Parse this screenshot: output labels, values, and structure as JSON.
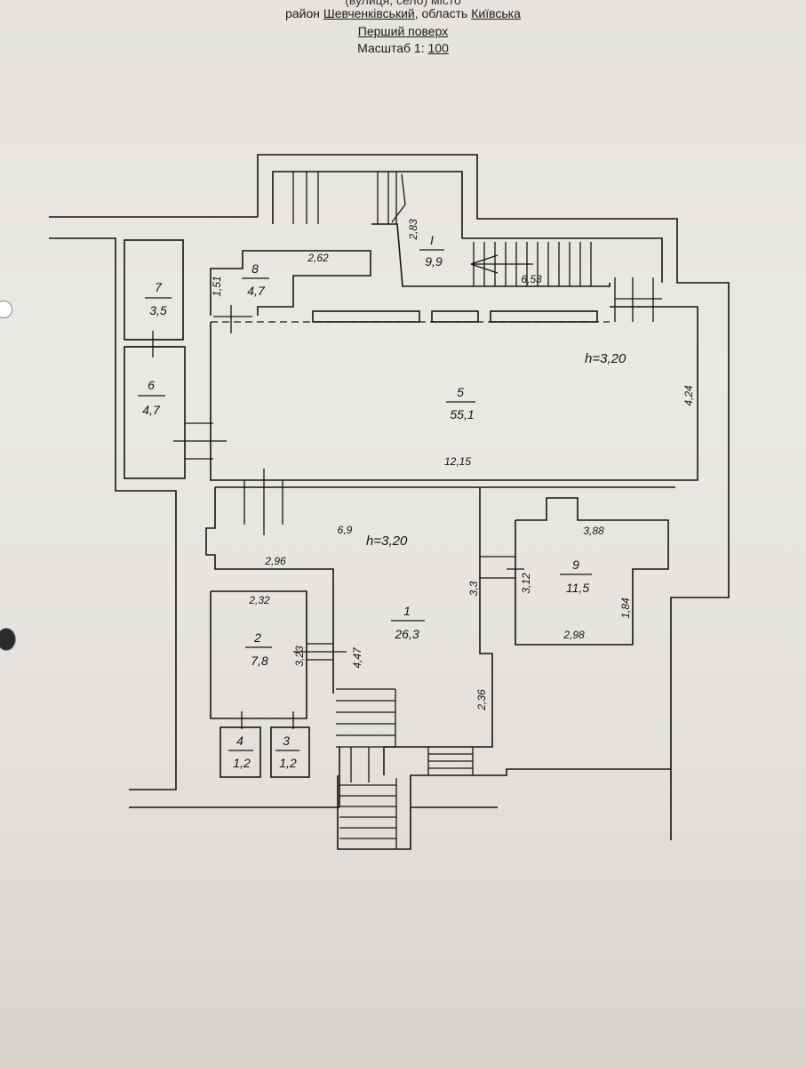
{
  "header": {
    "line1": "(вулиця, село) місто",
    "line2_prefix": "район ",
    "district": "Шевченківський",
    "line2_mid": ", область ",
    "region": "Київська",
    "floor": "Перший поверх",
    "scale_prefix": "Масштаб 1: ",
    "scale_value": "100"
  },
  "rooms": [
    {
      "num": "I",
      "area": "9,9"
    },
    {
      "num": "8",
      "area": "4,7"
    },
    {
      "num": "7",
      "area": "3,5"
    },
    {
      "num": "6",
      "area": "4,7"
    },
    {
      "num": "5",
      "area": "55,1"
    },
    {
      "num": "1",
      "area": "26,3"
    },
    {
      "num": "2",
      "area": "7,8"
    },
    {
      "num": "9",
      "area": "11,5"
    },
    {
      "num": "4",
      "area": "1,2"
    },
    {
      "num": "3",
      "area": "1,2"
    }
  ],
  "heights": [
    "h=3,20",
    "h=3,20"
  ],
  "dimensions": {
    "d_283": "2,83",
    "d_653": "6,53",
    "d_262": "2,62",
    "d_151": "1,51",
    "d_1215": "12,15",
    "d_424": "4,24",
    "d_69": "6,9",
    "d_296": "2,96",
    "d_232": "2,32",
    "d_323": "3,23",
    "d_447": "4,47",
    "d_33": "3,3",
    "d_236": "2,36",
    "d_388": "3,88",
    "d_312": "3,12",
    "d_184": "1,84",
    "d_298": "2,98"
  }
}
